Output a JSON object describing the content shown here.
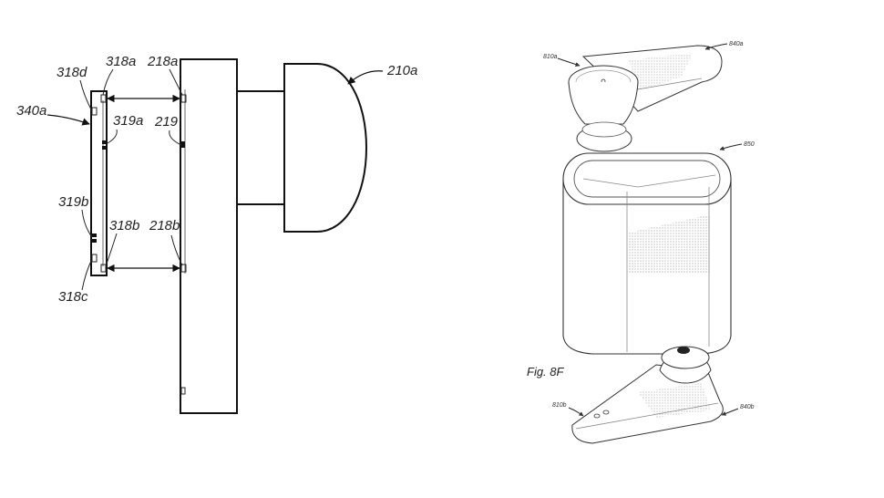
{
  "left_figure": {
    "labels": {
      "l_318d": "318d",
      "l_318a": "318a",
      "l_218a": "218a",
      "l_210a": "210a",
      "l_340a": "340a",
      "l_319a": "319a",
      "l_219": "219",
      "l_319b": "319b",
      "l_318b": "318b",
      "l_218b": "218b",
      "l_318c": "318c"
    }
  },
  "right_figure": {
    "caption": "Fig. 8F",
    "labels": {
      "l_810a": "810a",
      "l_840a": "840a",
      "l_850": "850",
      "l_810b": "810b",
      "l_840b": "840b"
    }
  }
}
